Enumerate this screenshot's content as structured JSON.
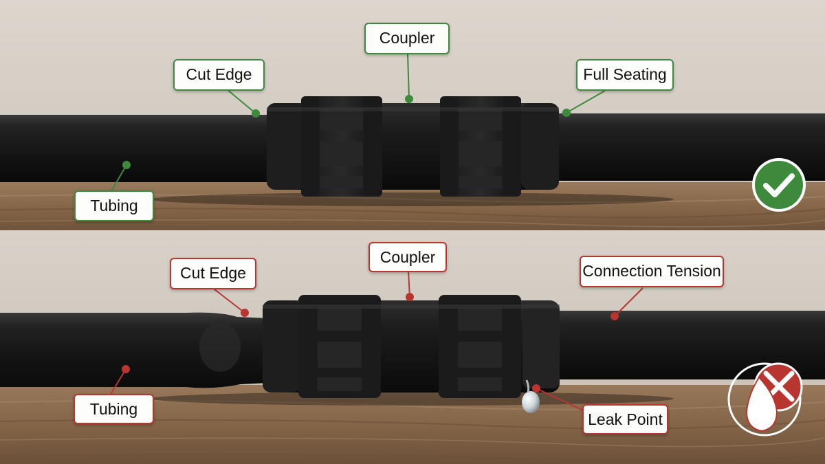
{
  "colors": {
    "good": "#3d8a3c",
    "bad": "#b8362f",
    "wall": "#d8d2ca",
    "wood": "#8a6a4c",
    "pipe": "#1a1a1a"
  },
  "top_panel": {
    "status": "correct",
    "labels": {
      "coupler": "Coupler",
      "cut_edge": "Cut Edge",
      "full_seating": "Full Seating",
      "tubing": "Tubing"
    },
    "badge_icon": "checkmark-icon"
  },
  "bottom_panel": {
    "status": "incorrect",
    "labels": {
      "coupler": "Coupler",
      "cut_edge": "Cut Edge",
      "connection_tension": "Connection Tension",
      "tubing": "Tubing",
      "leak_point": "Leak Point"
    },
    "badge_icon": "no-water-drop-icon"
  }
}
